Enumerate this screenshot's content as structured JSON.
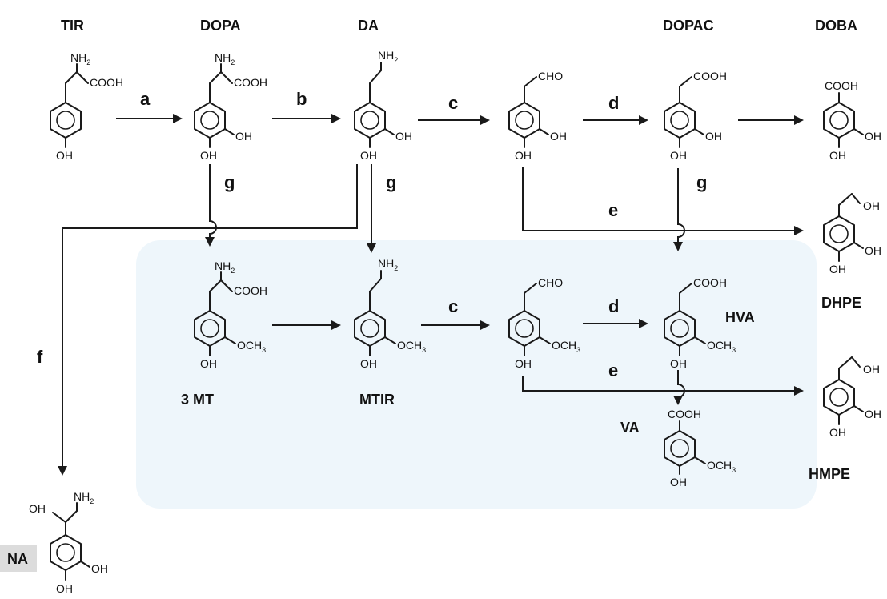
{
  "compounds": {
    "tir": "TIR",
    "dopa": "DOPA",
    "da": "DA",
    "dopac": "DOPAC",
    "doba": "DOBA",
    "three_mt": "3 MT",
    "mtir": "MTIR",
    "hva": "HVA",
    "dhpe": "DHPE",
    "va": "VA",
    "hmpe": "HMPE",
    "na": "NA"
  },
  "steps": {
    "a": "a",
    "b": "b",
    "c": "c",
    "d": "d",
    "e": "e",
    "f": "f",
    "g": "g"
  },
  "atoms": {
    "nh": "NH",
    "two": "2",
    "cooh": "COOH",
    "cho": "CHO",
    "oh": "OH",
    "och": "OCH",
    "three": "3"
  },
  "colors": {
    "ink": "#1a1a1a",
    "background_wash": "#eef6fb"
  }
}
